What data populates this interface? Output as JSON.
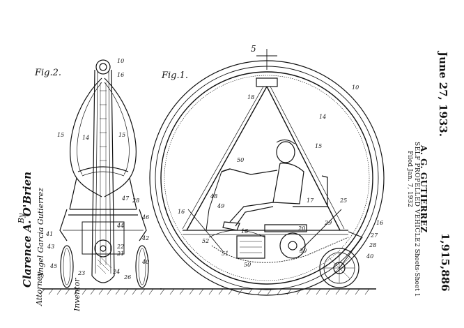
{
  "patent": {
    "date": "June 27, 1933.",
    "inventor_name": "A. G. GUTIERREZ",
    "title": "SELF PROPELLED VEHICLE",
    "filed": "Filed Jan. 7, 1932",
    "sheets": "2 Sheets-Sheet 1",
    "number": "1,915,886"
  },
  "signature": {
    "inventor_handwritten": "Angel Garcia Gutierrez",
    "role_label": "Inventor",
    "by": "By",
    "attorney_signature": "Clarence A. O'Brien",
    "attorney_label": "Attorney"
  },
  "figures": {
    "fig1_label": "Fig.1.",
    "fig2_label": "Fig.2.",
    "section_mark": "5"
  },
  "reference_numerals": [
    "10",
    "14",
    "15",
    "16",
    "17",
    "18",
    "19",
    "20",
    "21",
    "22",
    "23",
    "24",
    "25",
    "26",
    "27",
    "28",
    "29",
    "30",
    "40",
    "41",
    "42",
    "43",
    "44",
    "45",
    "46",
    "47",
    "48",
    "49",
    "50",
    "51",
    "52"
  ]
}
